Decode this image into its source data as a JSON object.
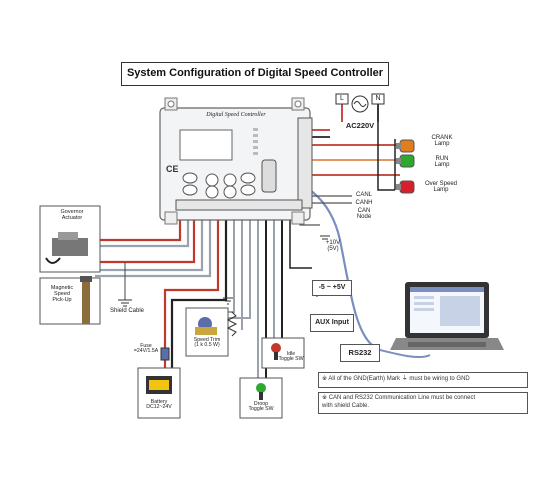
{
  "title": "System Configuration of Digital Speed Controller",
  "controller": {
    "brand": "Digital Speed Controller"
  },
  "power": {
    "line": "L",
    "neutral": "N",
    "supply": "AC220V"
  },
  "lamps": [
    {
      "label": "CRANK\nLamp",
      "color": "#e07d1e"
    },
    {
      "label": "RUN\nLamp",
      "color": "#2fa82f"
    },
    {
      "label": "Over Speed\nLamp",
      "color": "#d8202a"
    }
  ],
  "can_labels": {
    "canl": "CANL",
    "canh": "CANH",
    "can_node": "CAN\nNode"
  },
  "voltage_10v": "+10V\n(5V)",
  "aux": {
    "range": "-5 ~ +5V",
    "label": "AUX Input"
  },
  "rs232": "RS232",
  "governor": "Governor\nActuator",
  "pickup": "Magnetic\nSpeed\nPick-Up",
  "shield": "Shield Cable",
  "speed_trim": "Speed Trim\n(1 k 0.5 W)",
  "fuse": "Fuse\n=24V/1.5A",
  "battery": "Battery\nDC12~24V",
  "idle_switch": "Idle\nToggle SW",
  "droop_switch": "Droop\nToggle SW",
  "notes": [
    "※  All of  the GND(Earth) Mark  ⏚  must be wiring to GND",
    "※  CAN and RS232 Communication Line must be connect\n      with shield Cable."
  ],
  "colors": {
    "red": "#c0392b",
    "gray": "#9aa3ad",
    "orange": "#d98a4a",
    "blue": "#7a8fc0",
    "black": "#222222"
  }
}
